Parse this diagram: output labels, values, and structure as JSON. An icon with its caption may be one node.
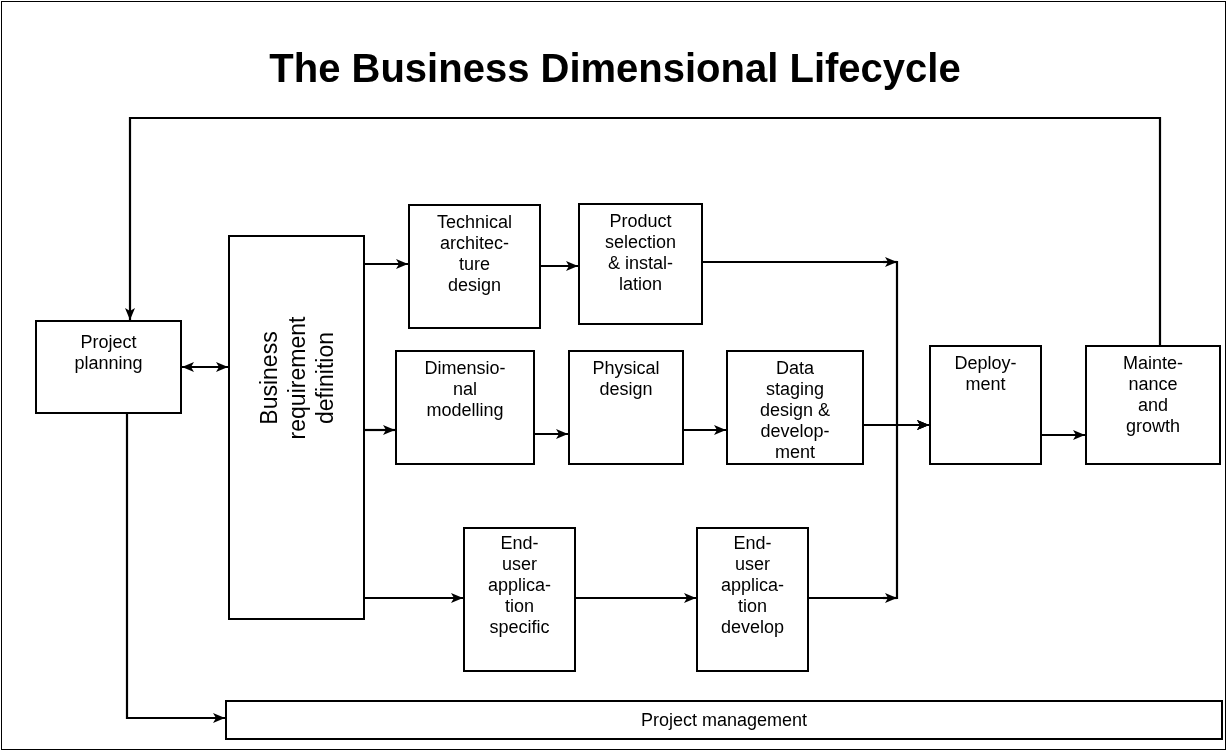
{
  "diagram": {
    "title": "The Business Dimensional Lifecycle",
    "nodes": [
      {
        "text": [
          "Project planning"
        ]
      },
      {
        "text": [
          "Business requirement definition"
        ]
      },
      {
        "text": [
          "Technical architec- ture design"
        ]
      },
      {
        "text": [
          "Product selection & instal- lation"
        ]
      },
      {
        "text": [
          "Dimensio- nal modelling"
        ]
      },
      {
        "text": [
          "Physical design"
        ]
      },
      {
        "text": [
          "Data staging design & develop- ment"
        ]
      },
      {
        "text": [
          "Deploy- ment"
        ]
      },
      {
        "text": [
          "Mainte- nance and growth"
        ]
      },
      {
        "text": [
          "End- user applica- tion specific"
        ]
      },
      {
        "text": [
          "End- user applica- tion develop"
        ]
      },
      {
        "text": [
          "Project management"
        ]
      }
    ],
    "edges": [
      {
        "from": 0,
        "to": 1,
        "arrow": "both"
      },
      {
        "from": 1,
        "to": 2,
        "arrow": "to"
      },
      {
        "from": 2,
        "to": 3,
        "arrow": "to"
      },
      {
        "from": 1,
        "to": 4,
        "arrow": "to"
      },
      {
        "from": 4,
        "to": 5,
        "arrow": "to"
      },
      {
        "from": 5,
        "to": 6,
        "arrow": "to"
      },
      {
        "from": 6,
        "to": 7,
        "arrow": "to"
      },
      {
        "from": 3,
        "to": 7,
        "arrow": "to"
      },
      {
        "from": 10,
        "to": 7,
        "arrow": "to"
      },
      {
        "from": 7,
        "to": 8,
        "arrow": "to"
      },
      {
        "from": 8,
        "to": 0,
        "arrow": "to"
      },
      {
        "from": 1,
        "to": 9,
        "arrow": "to"
      },
      {
        "from": 9,
        "to": 10,
        "arrow": "to"
      },
      {
        "from": 0,
        "to": 11,
        "arrow": "to"
      }
    ]
  }
}
